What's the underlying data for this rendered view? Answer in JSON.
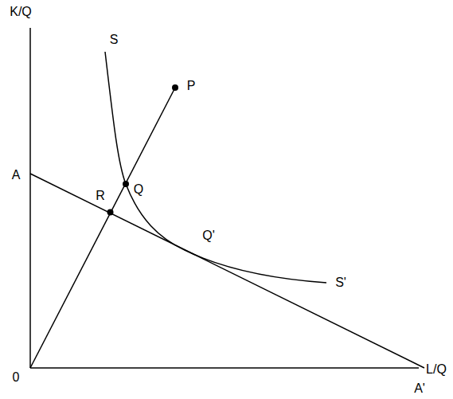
{
  "diagram": {
    "labels": [
      "K/Q",
      "S",
      "P",
      "A",
      "Q",
      "R",
      "Q'",
      "S'",
      "0",
      "L/Q",
      "A'"
    ]
  }
}
